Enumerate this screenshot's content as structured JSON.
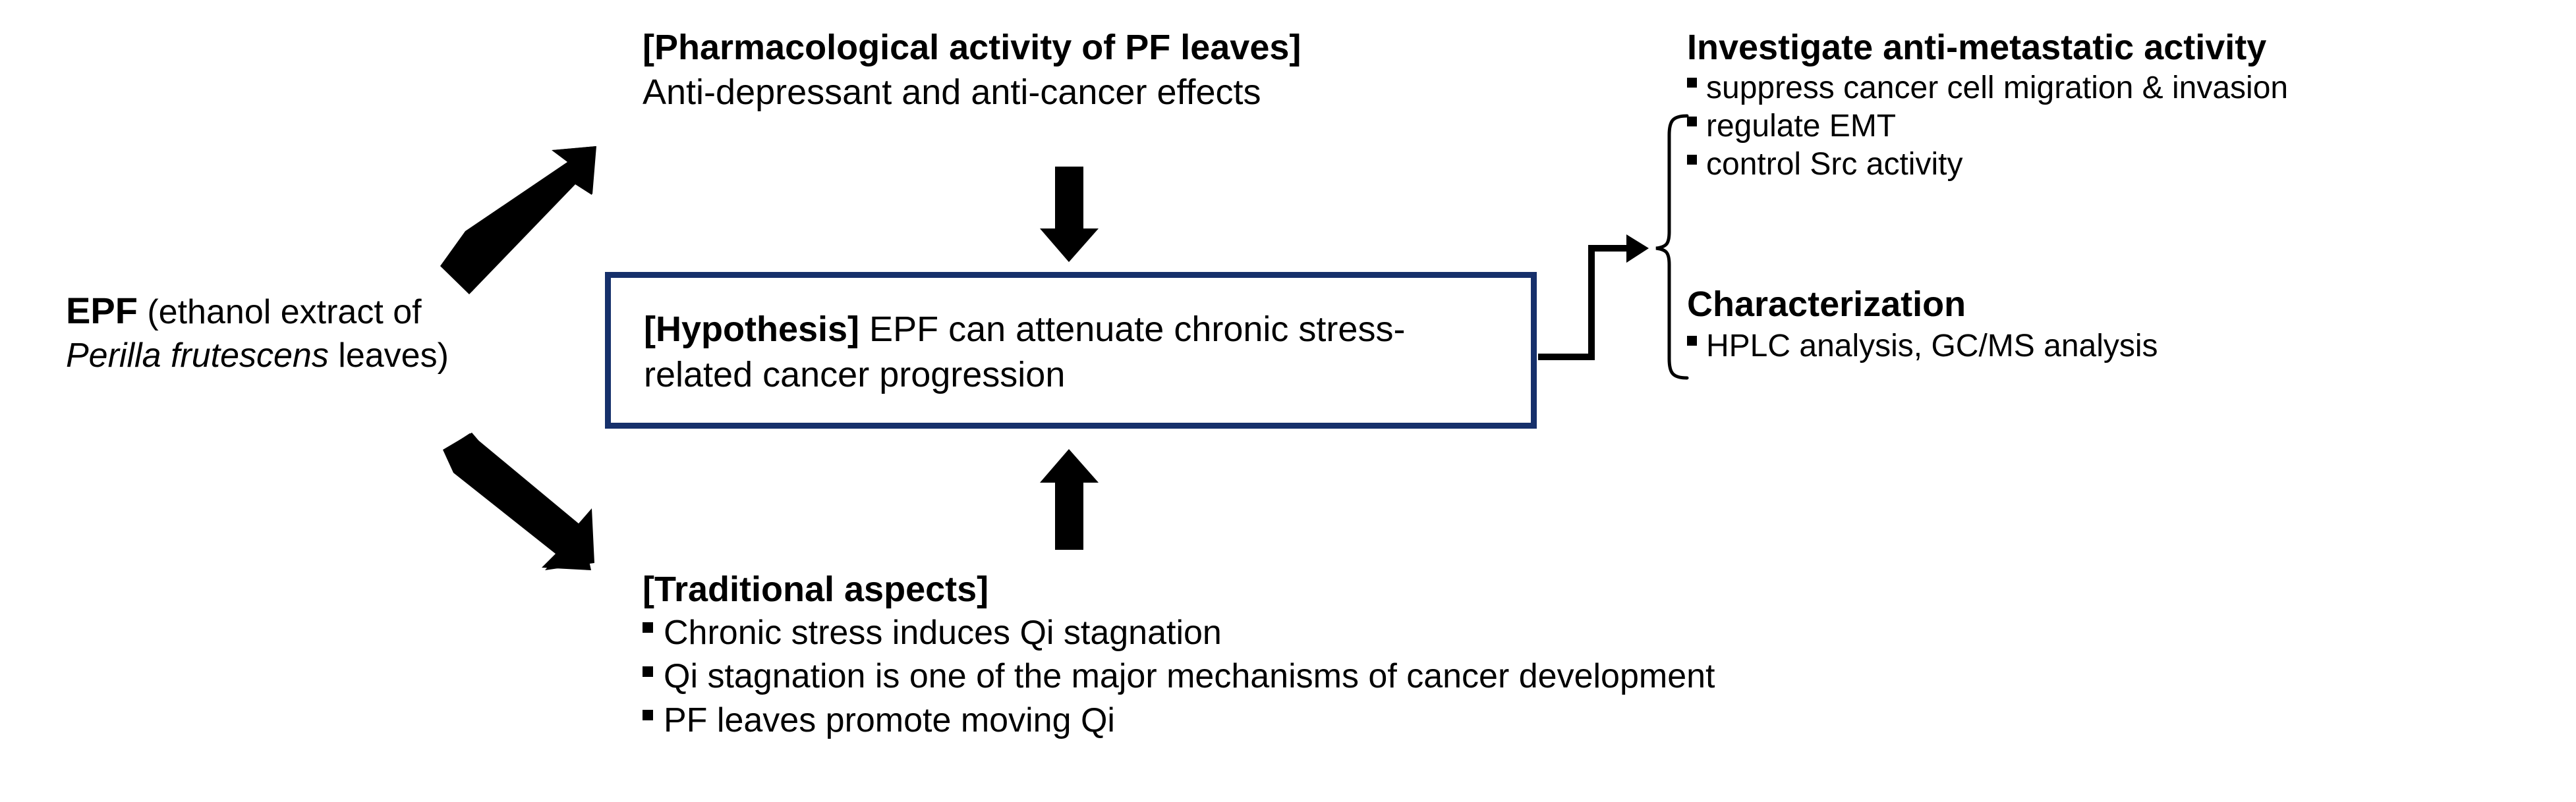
{
  "figure": {
    "title": "EPF study rationale and design flow diagram",
    "background_color": "#ffffff",
    "accent_color": "#16306b",
    "text_color": "#000000"
  },
  "source_label": {
    "abbrev": "EPF",
    "expansion_prefix": " (ethanol extract of",
    "species": "Perilla frutescens",
    "expansion_suffix": " leaves)"
  },
  "pharmacology": {
    "heading": "[Pharmacological activity of PF leaves]",
    "subtext": "Anti-depressant and anti-cancer effects"
  },
  "hypothesis": {
    "tag": "[Hypothesis]",
    "statement": " EPF can attenuate chronic stress-related cancer progression",
    "border_color": "#16306b"
  },
  "traditional": {
    "heading": "[Traditional aspects]",
    "bullets": [
      "Chronic stress induces Qi stagnation",
      "Qi stagnation is one of the major mechanisms of cancer development",
      "PF leaves promote moving Qi"
    ]
  },
  "outcomes": {
    "groups": [
      {
        "title": "Investigate anti-metastatic activity",
        "bullets": [
          "suppress cancer cell migration & invasion",
          "regulate EMT",
          "control Src activity"
        ]
      },
      {
        "title": "Characterization",
        "bullets": [
          "HPLC analysis, GC/MS analysis"
        ]
      }
    ]
  },
  "connectors": {
    "arrow_up_right": "thick-black-diagonal-arrow-up-right",
    "arrow_down_right": "thick-black-diagonal-arrow-down-right",
    "arrow_down": "thick-black-down-arrow",
    "arrow_up": "thick-black-up-arrow",
    "elbow_arrow_right": "black-elbow-arrow-to-right",
    "brace": "right-curly-brace"
  }
}
